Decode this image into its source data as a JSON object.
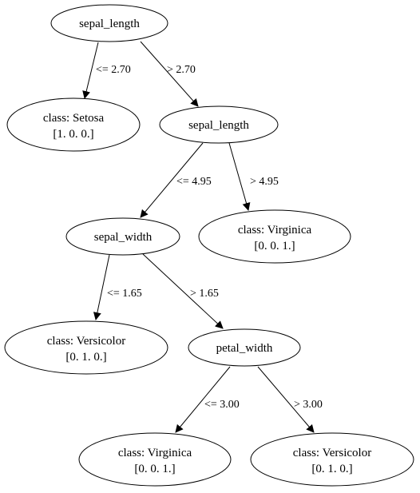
{
  "diagram": {
    "type": "decision-tree",
    "nodes": {
      "root": {
        "lines": [
          "sepal_length"
        ]
      },
      "leaf_setosa": {
        "lines": [
          "class: Setosa",
          "[1. 0. 0.]"
        ]
      },
      "split_sepal_length_2": {
        "lines": [
          "sepal_length"
        ]
      },
      "split_sepal_width": {
        "lines": [
          "sepal_width"
        ]
      },
      "leaf_virginica_1": {
        "lines": [
          "class: Virginica",
          "[0. 0. 1.]"
        ]
      },
      "leaf_versicolor_1": {
        "lines": [
          "class: Versicolor",
          "[0. 1. 0.]"
        ]
      },
      "split_petal_width": {
        "lines": [
          "petal_width"
        ]
      },
      "leaf_virginica_2": {
        "lines": [
          "class: Virginica",
          "[0. 0. 1.]"
        ]
      },
      "leaf_versicolor_2": {
        "lines": [
          "class: Versicolor",
          "[0. 1. 0.]"
        ]
      }
    },
    "edges": {
      "root_left": {
        "from": "root",
        "to": "leaf_setosa",
        "label": "<= 2.70"
      },
      "root_right": {
        "from": "root",
        "to": "split_sepal_length_2",
        "label": "> 2.70"
      },
      "sl2_left": {
        "from": "split_sepal_length_2",
        "to": "split_sepal_width",
        "label": "<= 4.95"
      },
      "sl2_right": {
        "from": "split_sepal_length_2",
        "to": "leaf_virginica_1",
        "label": "> 4.95"
      },
      "sw_left": {
        "from": "split_sepal_width",
        "to": "leaf_versicolor_1",
        "label": "<= 1.65"
      },
      "sw_right": {
        "from": "split_sepal_width",
        "to": "split_petal_width",
        "label": "> 1.65"
      },
      "pw_left": {
        "from": "split_petal_width",
        "to": "leaf_virginica_2",
        "label": "<= 3.00"
      },
      "pw_right": {
        "from": "split_petal_width",
        "to": "leaf_versicolor_2",
        "label": "> 3.00"
      }
    }
  }
}
